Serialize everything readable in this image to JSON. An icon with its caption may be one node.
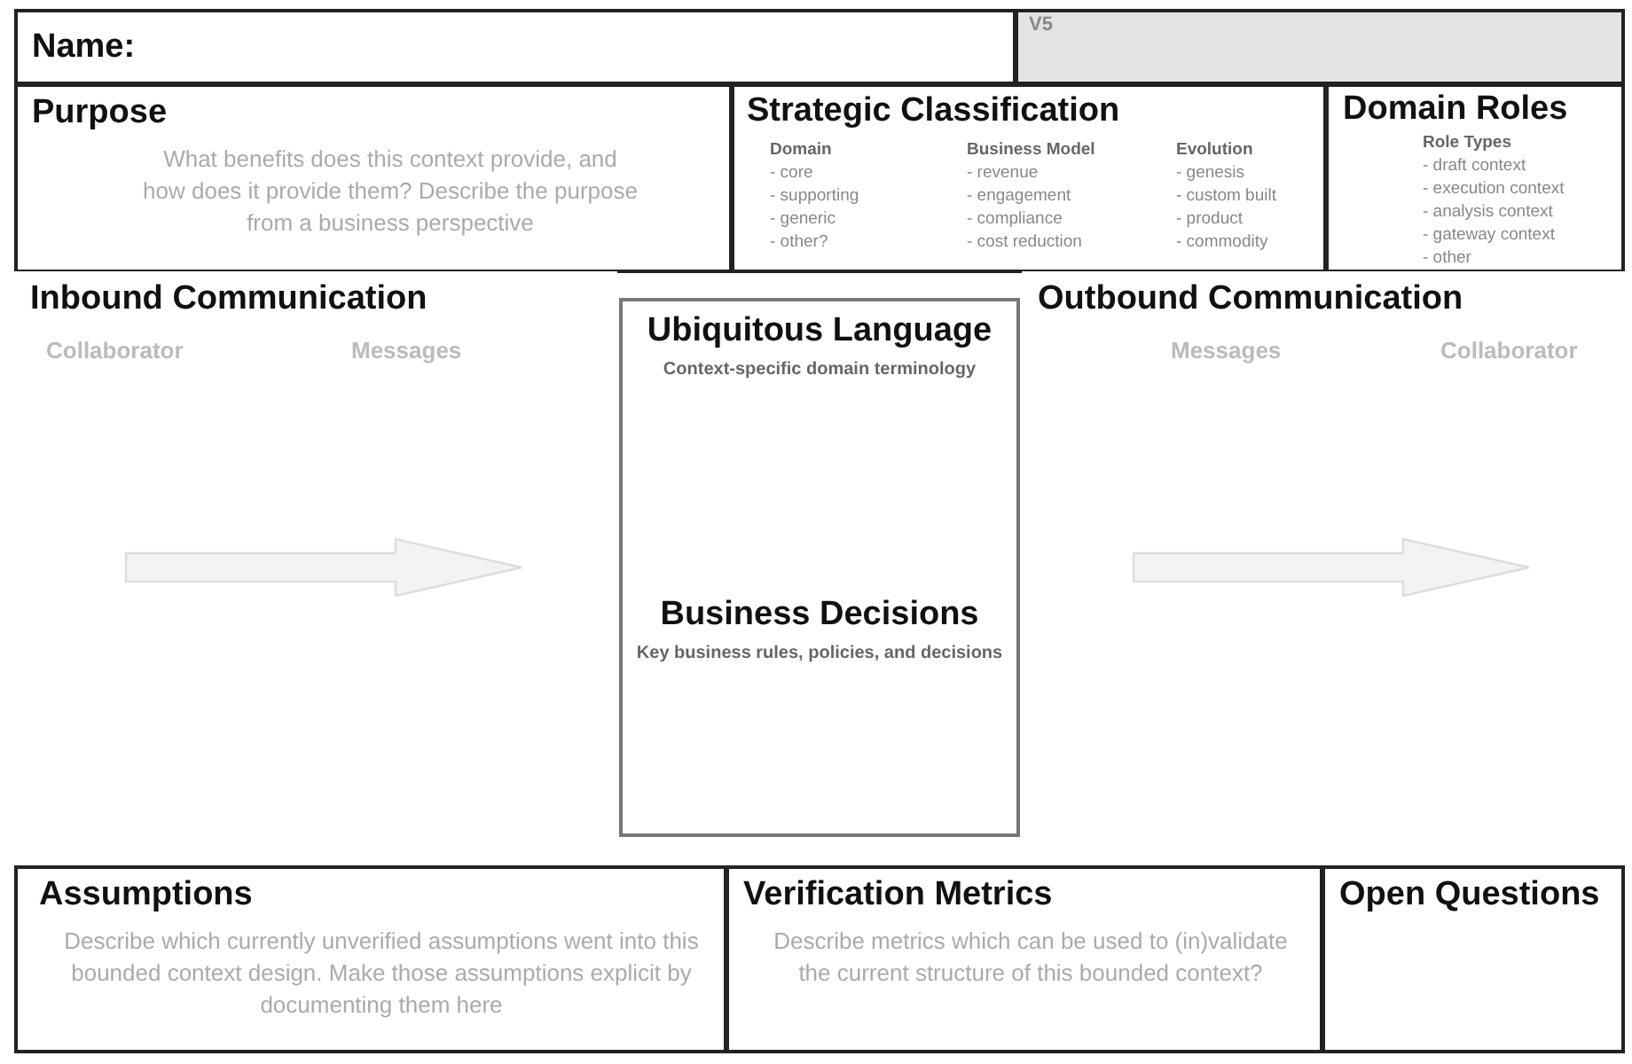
{
  "diagram": {
    "nodes": [
      {
        "text": [
          "Name:"
        ]
      },
      {
        "text": [
          "V5"
        ]
      },
      {
        "text": [
          "Purpose",
          "What benefits does this context provide, and how does it provide them? Describe the purpose from a business perspective"
        ]
      },
      {
        "text": [
          "Strategic Classification",
          "Domain",
          "- core",
          "- supporting",
          "- generic",
          "- other?",
          "Business Model",
          "- revenue",
          "- engagement",
          "- compliance",
          "- cost reduction",
          "Evolution",
          "- genesis",
          "- custom built",
          "- product",
          "- commodity"
        ]
      },
      {
        "text": [
          "Domain Roles",
          "Role Types",
          "- draft context",
          "- execution context",
          "- analysis context",
          "- gateway context",
          "- other"
        ]
      },
      {
        "text": [
          "Inbound Communication",
          "Collaborator",
          "Messages"
        ]
      },
      {
        "text": [
          "Ubiquitous Language",
          "Context-specific domain terminology",
          "Business Decisions",
          "Key business rules, policies, and decisions"
        ]
      },
      {
        "text": [
          "Outbound Communication",
          "Messages",
          "Collaborator"
        ]
      },
      {
        "text": [
          "Assumptions",
          "Describe which currently unverified assumptions went into this bounded context design. Make those assumptions explicit by documenting them here"
        ]
      },
      {
        "text": [
          "Verification Metrics",
          "Describe metrics which can be used to (in)validate the current structure of this bounded context?"
        ]
      },
      {
        "text": [
          "Open Questions"
        ]
      }
    ]
  }
}
